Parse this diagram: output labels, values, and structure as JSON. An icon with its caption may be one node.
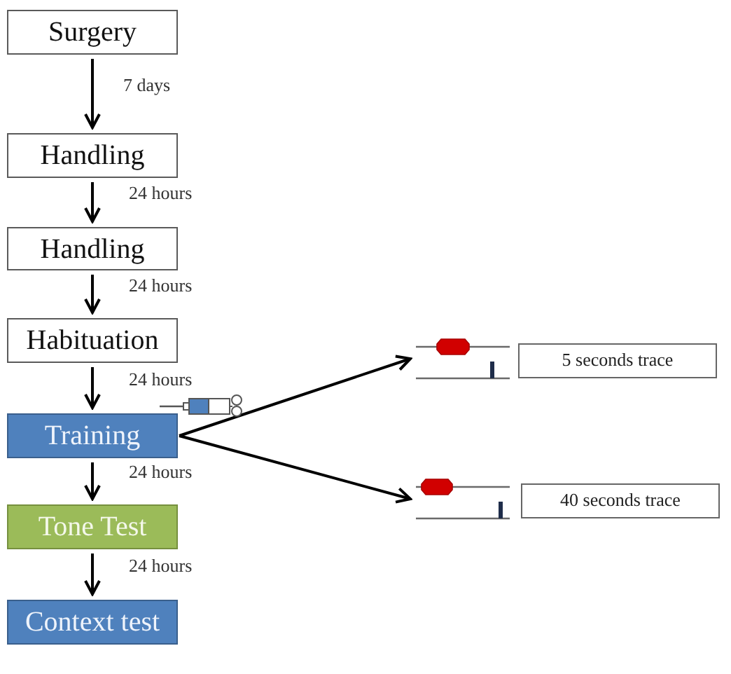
{
  "diagram": {
    "nodes": [
      {
        "text": [
          "Surgery"
        ]
      },
      {
        "text": [
          "Handling"
        ]
      },
      {
        "text": [
          "Handling"
        ]
      },
      {
        "text": [
          "Habituation"
        ]
      },
      {
        "text": [
          "Training"
        ]
      },
      {
        "text": [
          "Tone Test"
        ]
      },
      {
        "text": [
          "Context test"
        ]
      },
      {
        "text": [],
        "shape": "picture"
      },
      {
        "text": [
          "5 seconds trace"
        ]
      },
      {
        "text": [],
        "shape": "picture"
      },
      {
        "text": [
          "40 seconds trace"
        ]
      }
    ],
    "edges": [
      {
        "from": 0,
        "to": 1,
        "arrow": "to",
        "label": "7 days"
      },
      {
        "from": 1,
        "to": 2,
        "arrow": "to",
        "label": "24 hours"
      },
      {
        "from": 2,
        "to": 3,
        "arrow": "to",
        "label": "24 hours"
      },
      {
        "from": 3,
        "to": 4,
        "arrow": "to",
        "label": "24 hours"
      },
      {
        "from": 4,
        "to": 5,
        "arrow": "to",
        "label": "24 hours"
      },
      {
        "from": 5,
        "to": 6,
        "arrow": "to",
        "label": "24 hours"
      },
      {
        "from": 4,
        "to": 7,
        "arrow": "to"
      },
      {
        "from": 4,
        "to": 9,
        "arrow": "to"
      }
    ]
  }
}
